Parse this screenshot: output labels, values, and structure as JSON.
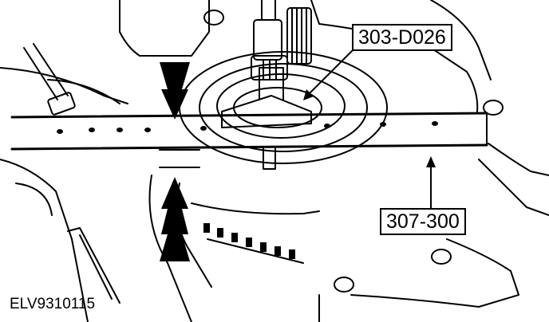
{
  "illustration": {
    "callouts": [
      {
        "label": "303-D026"
      },
      {
        "label": "307-300"
      }
    ],
    "figure_id": "ELV9310115",
    "colors": {
      "ink": "#000000",
      "paper": "#ffffff"
    }
  }
}
